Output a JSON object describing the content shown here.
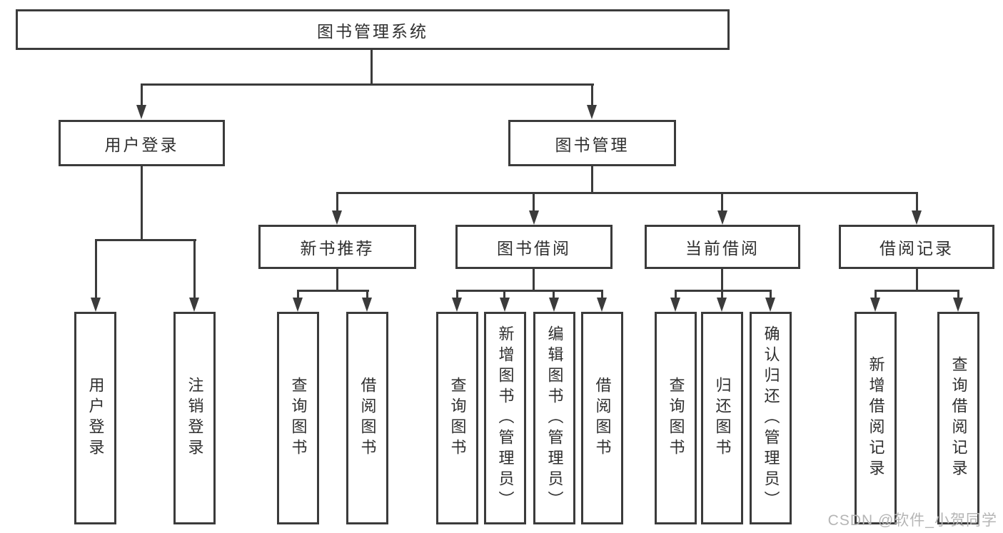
{
  "diagram": {
    "root": "图书管理系统",
    "branches": [
      {
        "label": "用户登录",
        "leaves": [
          "用户登录",
          "注销登录"
        ]
      },
      {
        "label": "图书管理",
        "groups": [
          {
            "label": "新书推荐",
            "leaves": [
              "查询图书",
              "借阅图书"
            ]
          },
          {
            "label": "图书借阅",
            "leaves": [
              "查询图书",
              "新增图书（管理员）",
              "编辑图书（管理员）",
              "借阅图书"
            ]
          },
          {
            "label": "当前借阅",
            "leaves": [
              "查询图书",
              "归还图书",
              "确认归还（管理员）"
            ]
          },
          {
            "label": "借阅记录",
            "leaves": [
              "新增借阅记录",
              "查询借阅记录"
            ]
          }
        ]
      }
    ],
    "watermark": "CSDN @软件_小贺同学",
    "colors": {
      "line": "#3b3b3b",
      "text": "#2f2f2f",
      "watermark": "#b5b5b5",
      "background": "#ffffff"
    }
  }
}
